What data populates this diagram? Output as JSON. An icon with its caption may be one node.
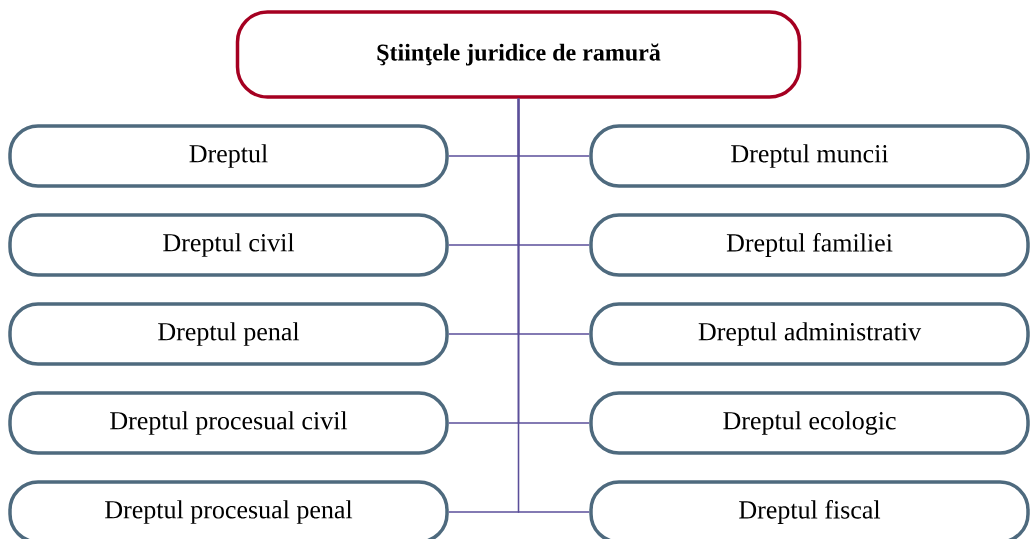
{
  "diagram": {
    "nodes": [
      {
        "text": [
          "Ştiinţele juridice de ramură"
        ]
      },
      {
        "text": [
          "Dreptul"
        ]
      },
      {
        "text": [
          "Dreptul muncii"
        ]
      },
      {
        "text": [
          "Dreptul civil"
        ]
      },
      {
        "text": [
          "Dreptul familiei"
        ]
      },
      {
        "text": [
          "Dreptul penal"
        ]
      },
      {
        "text": [
          "Dreptul administrativ"
        ]
      },
      {
        "text": [
          "Dreptul procesual civil"
        ]
      },
      {
        "text": [
          "Dreptul ecologic"
        ]
      },
      {
        "text": [
          "Dreptul procesual penal"
        ]
      },
      {
        "text": [
          "Dreptul fiscal"
        ]
      }
    ],
    "edges": [
      {
        "from": 0,
        "to": 1,
        "arrow": "none"
      },
      {
        "from": 0,
        "to": 2,
        "arrow": "none"
      },
      {
        "from": 0,
        "to": 3,
        "arrow": "none"
      },
      {
        "from": 0,
        "to": 4,
        "arrow": "none"
      },
      {
        "from": 0,
        "to": 5,
        "arrow": "none"
      },
      {
        "from": 0,
        "to": 6,
        "arrow": "none"
      },
      {
        "from": 0,
        "to": 7,
        "arrow": "none"
      },
      {
        "from": 0,
        "to": 8,
        "arrow": "none"
      },
      {
        "from": 0,
        "to": 9,
        "arrow": "none"
      },
      {
        "from": 0,
        "to": 10,
        "arrow": "none"
      }
    ]
  }
}
